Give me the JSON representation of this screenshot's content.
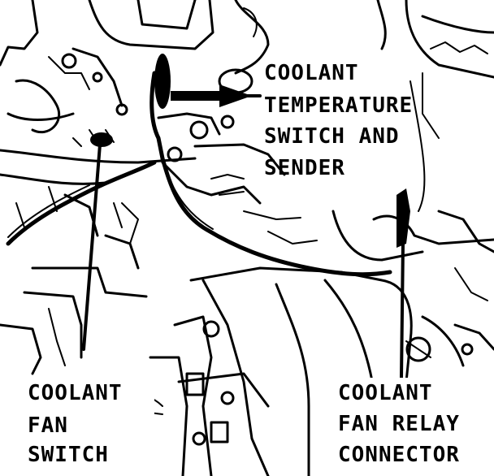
{
  "labels": {
    "temp_switch": [
      "COOLANT",
      "TEMPERATURE",
      "SWITCH AND",
      "SENDER"
    ],
    "fan_switch": [
      "COOLANT",
      "FAN",
      "SWITCH"
    ],
    "relay_connector": [
      "COOLANT",
      "FAN RELAY",
      "CONNECTOR"
    ]
  },
  "colors": {
    "ink": "#000000",
    "paper": "#ffffff"
  }
}
